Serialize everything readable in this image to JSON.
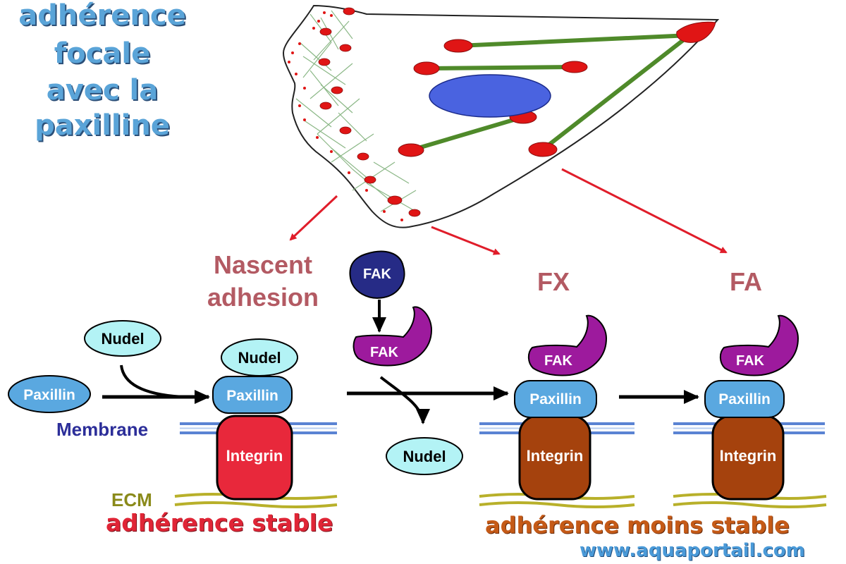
{
  "title": {
    "line1": "adhérence",
    "line2": "focale",
    "line3": "avec la",
    "line4": "paxilline"
  },
  "stages": {
    "nascent_line1": "Nascent",
    "nascent_line2": "adhesion",
    "fx": "FX",
    "fa": "FA"
  },
  "proteins": {
    "fak": "FAK",
    "nudel": "Nudel",
    "paxillin": "Paxillin",
    "integrin": "Integrin"
  },
  "layers": {
    "membrane": "Membrane",
    "ecm": "ECM"
  },
  "captions": {
    "stable": "adhérence stable",
    "less_stable": "adhérence moins stable"
  },
  "watermark": "www.aquaportail.com",
  "colors": {
    "title": "#5aa4d8",
    "stage_label": "#b35a63",
    "fak_dark": "#262b86",
    "fak_purple": "#9d1a9d",
    "nudel": "#b3f3f5",
    "paxillin": "#5aa8e0",
    "integrin_nascent": "#e8283b",
    "integrin_mature": "#a5420d",
    "membrane": "#5a83d3",
    "ecm": "#b8b02a",
    "caption_stable": "#e02536",
    "caption_less": "#c55a17",
    "watermark": "#4a9ad8",
    "arrow_red": "#e01d2a",
    "nucleus": "#4a63e0",
    "stress_fiber": "#4f8a2a",
    "adhesion_dot": "#e01515"
  }
}
